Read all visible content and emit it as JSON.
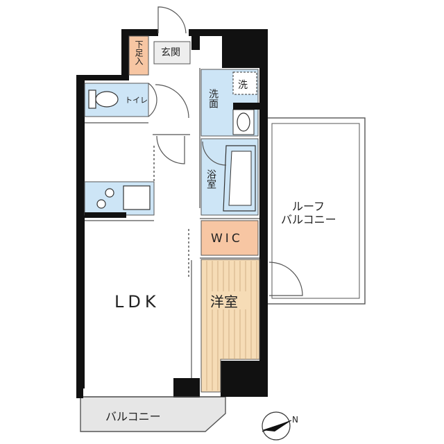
{
  "rooms": {
    "entrance": "玄関",
    "shoe_storage": "下足入",
    "toilet": "トイレ",
    "washroom": "洗面",
    "washer": "洗",
    "bathroom": "浴室",
    "wic": "WIC",
    "western_room": "洋室",
    "ldk": "LDK",
    "roof_balcony_line1": "ルーフ",
    "roof_balcony_line2": "バルコニー",
    "balcony": "バルコニー"
  },
  "compass": {
    "label": "N"
  },
  "colors": {
    "wet_area": "#cde5f6",
    "storage": "#f7c6a3",
    "wood_floor": "#f6dcb6",
    "balcony": "#e6e6e6",
    "wall": "#111111"
  }
}
